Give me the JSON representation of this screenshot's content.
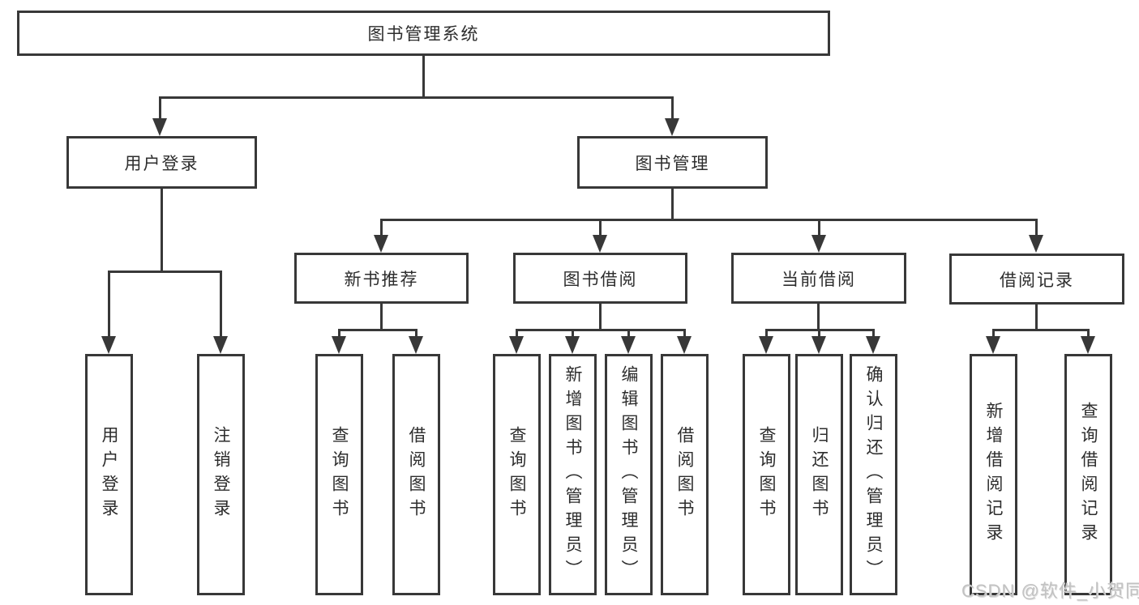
{
  "tree": {
    "label": "图书管理系统",
    "children": [
      {
        "label": "用户登录",
        "children": [
          {
            "label": "用户登录"
          },
          {
            "label": "注销登录"
          }
        ]
      },
      {
        "label": "图书管理",
        "children": [
          {
            "label": "新书推荐",
            "children": [
              {
                "label": "查询图书"
              },
              {
                "label": "借阅图书"
              }
            ]
          },
          {
            "label": "图书借阅",
            "children": [
              {
                "label": "查询图书"
              },
              {
                "label": "新增图书（管理员）"
              },
              {
                "label": "编辑图书（管理员）"
              },
              {
                "label": "借阅图书"
              }
            ]
          },
          {
            "label": "当前借阅",
            "children": [
              {
                "label": "查询图书"
              },
              {
                "label": "归还图书"
              },
              {
                "label": "确认归还（管理员）"
              }
            ]
          },
          {
            "label": "借阅记录",
            "children": [
              {
                "label": "新增借阅记录"
              },
              {
                "label": "查询借阅记录"
              }
            ]
          }
        ]
      }
    ]
  },
  "watermark": {
    "text": "CSDN @软件_小贺同学",
    "color": "#c2c2c2"
  },
  "colors": {
    "line": "#383838",
    "box_border": "#383838",
    "box_fill": "#ffffff",
    "text": "#2d2d2d"
  }
}
